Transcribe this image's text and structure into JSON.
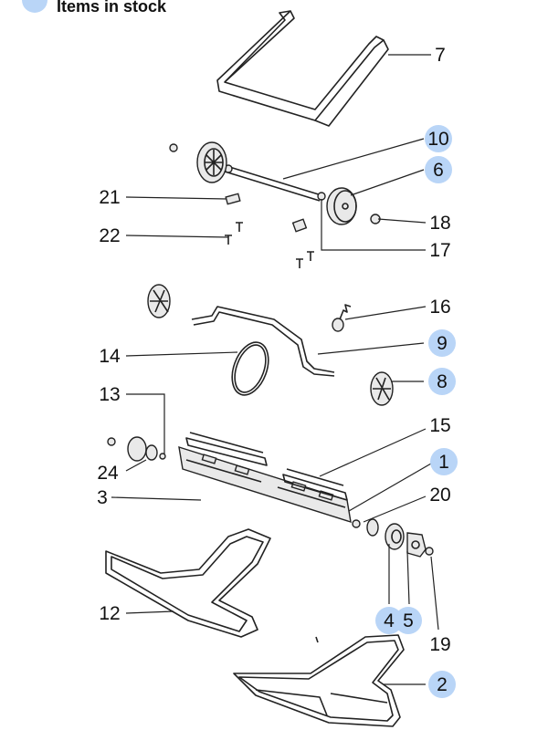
{
  "legend": {
    "label": "Items in stock",
    "color": "#b9d5f7"
  },
  "callouts": [
    {
      "id": "7",
      "text": "7",
      "stock": false
    },
    {
      "id": "10",
      "text": "10",
      "stock": true
    },
    {
      "id": "6",
      "text": "6",
      "stock": true
    },
    {
      "id": "21",
      "text": "21",
      "stock": false
    },
    {
      "id": "18",
      "text": "18",
      "stock": false
    },
    {
      "id": "22",
      "text": "22",
      "stock": false
    },
    {
      "id": "17",
      "text": "17",
      "stock": false
    },
    {
      "id": "16",
      "text": "16",
      "stock": false
    },
    {
      "id": "9",
      "text": "9",
      "stock": true
    },
    {
      "id": "14",
      "text": "14",
      "stock": false
    },
    {
      "id": "8",
      "text": "8",
      "stock": true
    },
    {
      "id": "13",
      "text": "13",
      "stock": false
    },
    {
      "id": "15",
      "text": "15",
      "stock": false
    },
    {
      "id": "1",
      "text": "1",
      "stock": true
    },
    {
      "id": "24",
      "text": "24",
      "stock": false
    },
    {
      "id": "20",
      "text": "20",
      "stock": false
    },
    {
      "id": "3",
      "text": "3",
      "stock": false
    },
    {
      "id": "12",
      "text": "12",
      "stock": false
    },
    {
      "id": "4",
      "text": "4",
      "stock": true
    },
    {
      "id": "5",
      "text": "5",
      "stock": true
    },
    {
      "id": "19",
      "text": "19",
      "stock": false
    },
    {
      "id": "2",
      "text": "2",
      "stock": true
    }
  ]
}
